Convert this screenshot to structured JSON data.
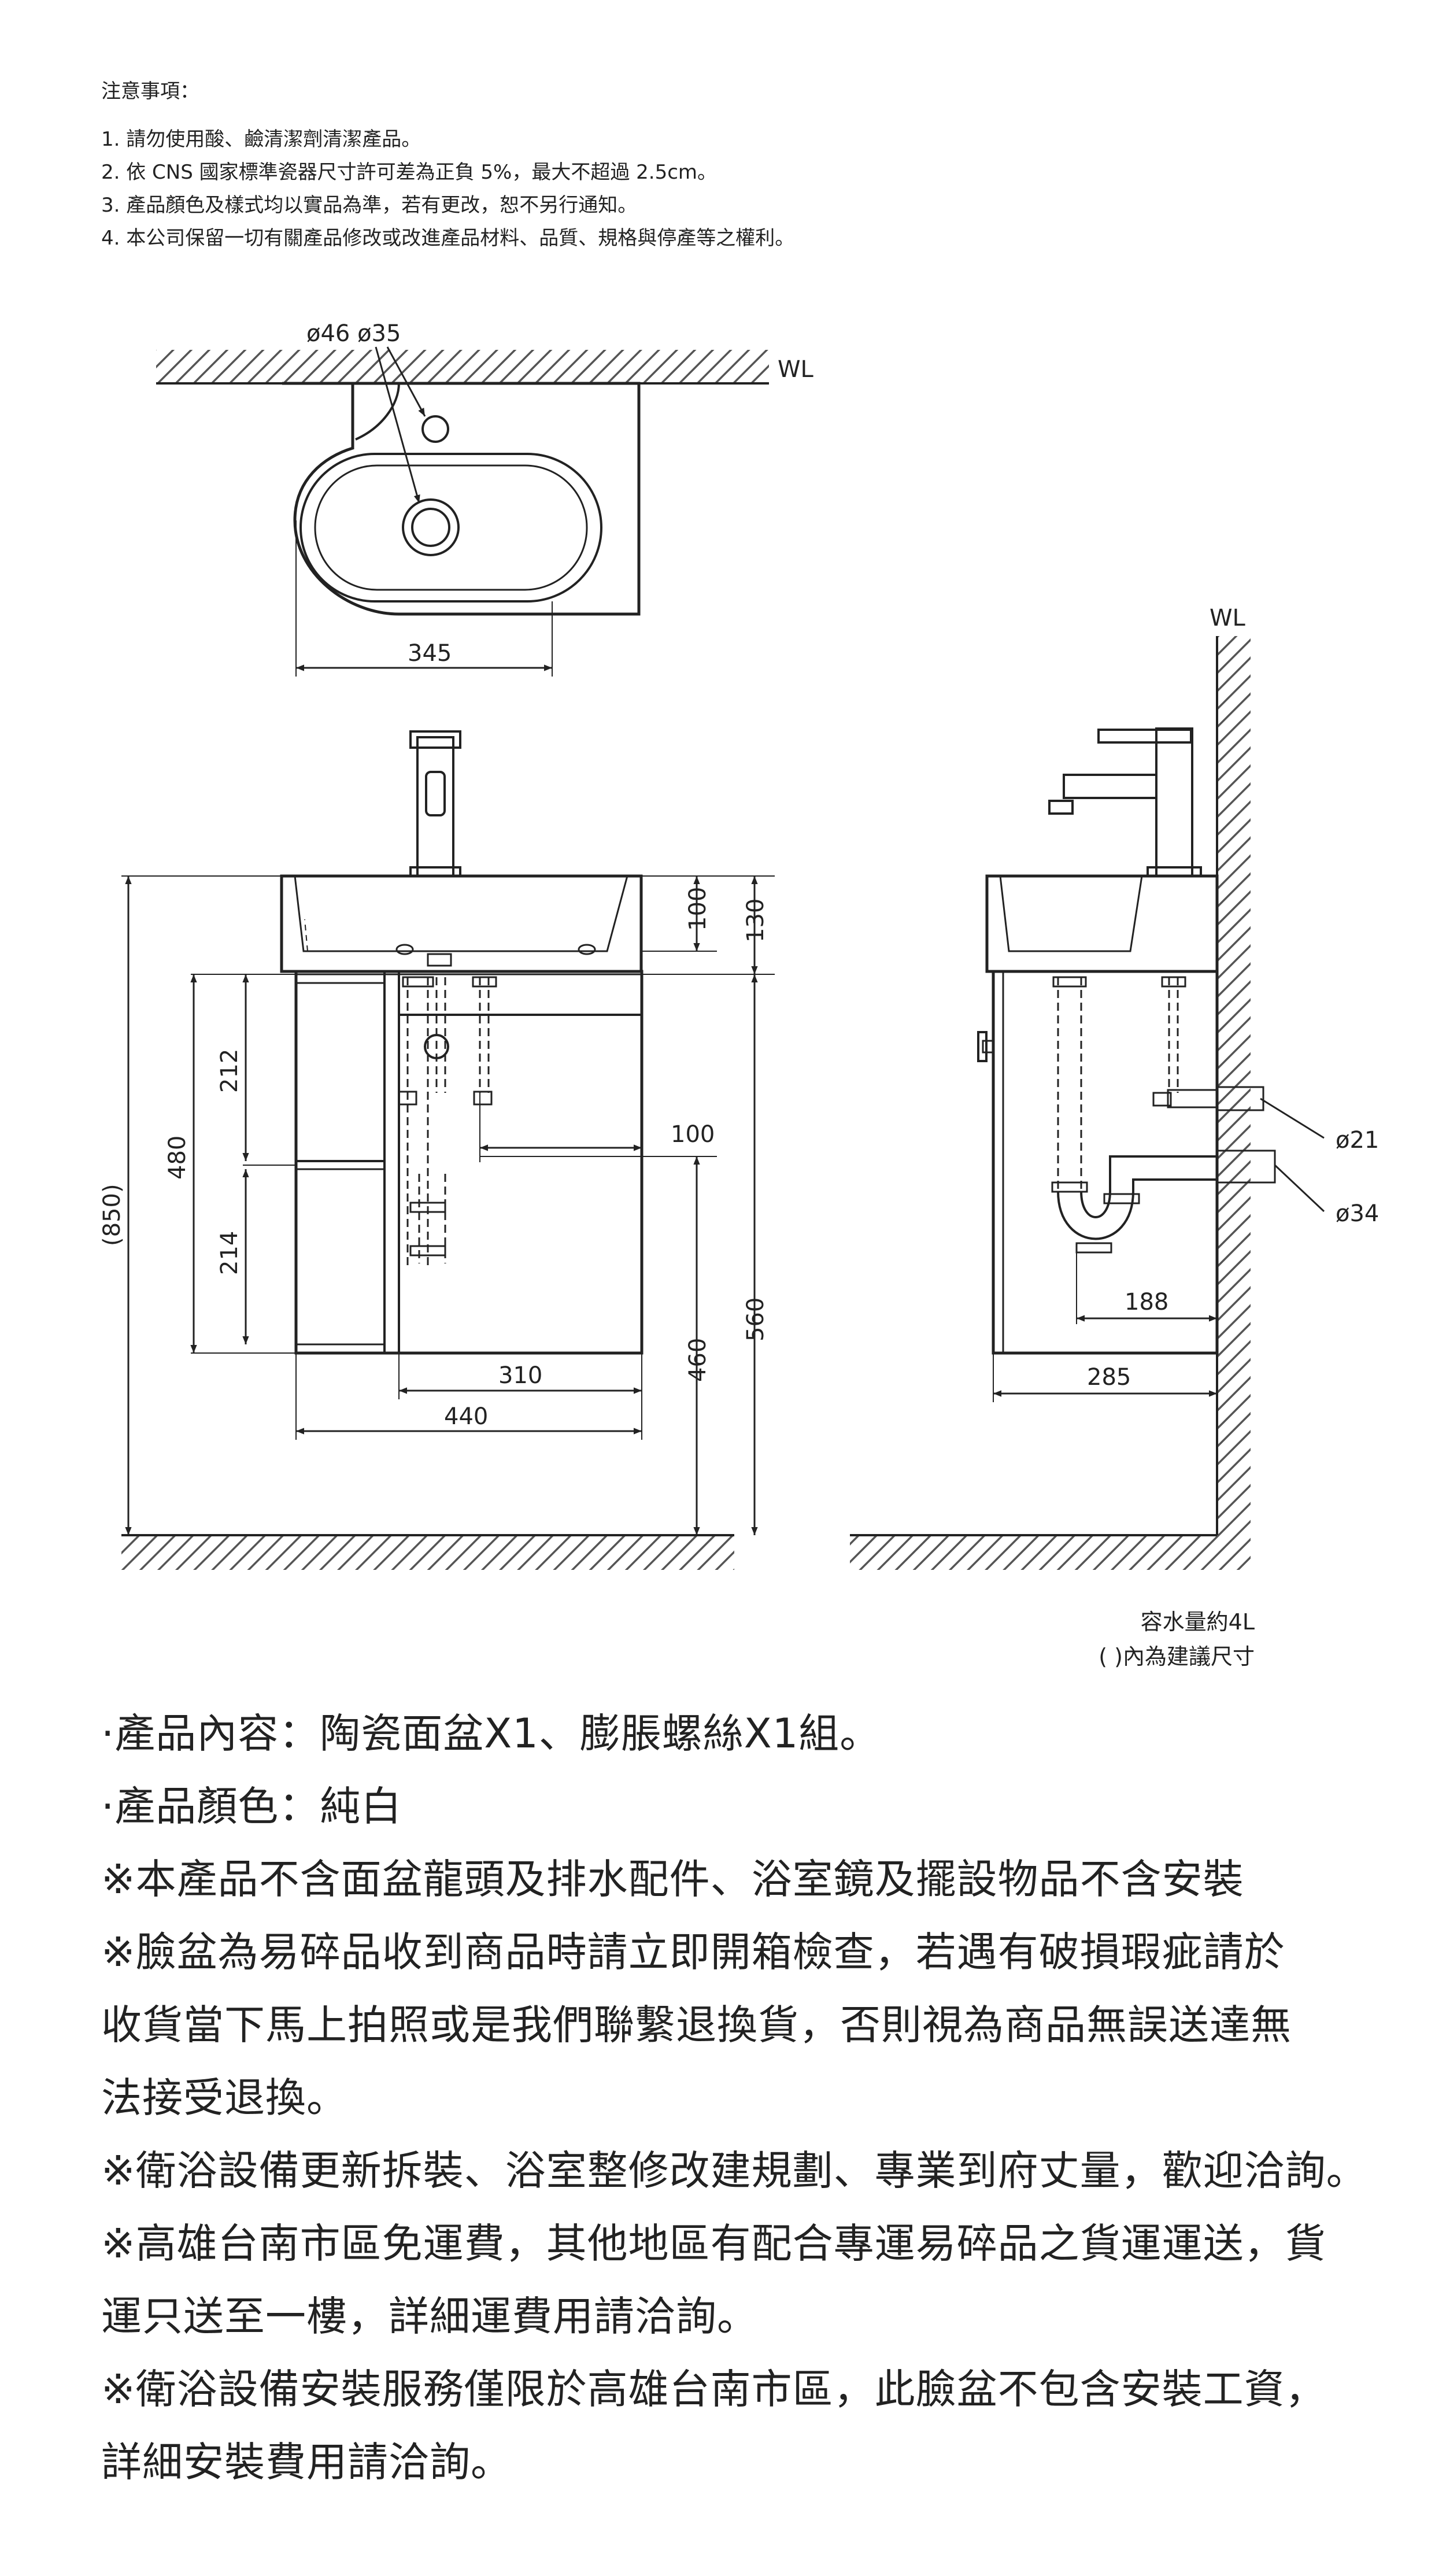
{
  "notes": {
    "title": "注意事項：",
    "items": [
      "1. 請勿使用酸、鹼清潔劑清潔產品。",
      "2. 依 CNS 國家標準瓷器尺寸許可差為正負 5%，最大不超過 2.5cm。",
      "3. 產品顏色及樣式均以實品為準，若有更改，恕不另行通知。",
      "4. 本公司保留一切有關產品修改或改進產品材料、品質、規格與停產等之權利。"
    ]
  },
  "top_view": {
    "hole_labels": "ø46  ø35",
    "wall_label": "WL",
    "width_dim": "345"
  },
  "front_view": {
    "dims": {
      "total_height": "(850)",
      "cabinet_height": "480",
      "upper_shelf": "212",
      "lower_shelf": "214",
      "basin_depth": "100",
      "basin_height": "130",
      "drain_offset": "100",
      "cabinet_to_floor": "460",
      "top_to_floor": "560",
      "door_width": "310",
      "total_width": "440"
    }
  },
  "side_view": {
    "wall_label": "WL",
    "dims": {
      "supply_pipe": "ø21",
      "drain_pipe": "ø34",
      "trap_distance": "188",
      "depth": "285"
    },
    "capacity_note": "容水量約4L",
    "suggested_note": "(      )內為建議尺寸"
  },
  "description": [
    "·產品內容：陶瓷面盆X1、膨脹螺絲X1組。",
    "·產品顏色：純白",
    "※本產品不含面盆龍頭及排水配件、浴室鏡及擺設物品不含安裝",
    "※臉盆為易碎品收到商品時請立即開箱檢查，若遇有破損瑕疵請於",
    "收貨當下馬上拍照或是我們聯繫退換貨，否則視為商品無誤送達無",
    "法接受退換。",
    "※衛浴設備更新拆裝、浴室整修改建規劃、專業到府丈量，歡迎洽詢。",
    "※高雄台南市區免運費，其他地區有配合專運易碎品之貨運運送，貨",
    "運只送至一樓，詳細運費用請洽詢。",
    "※衛浴設備安裝服務僅限於高雄台南市區，此臉盆不包含安裝工資，",
    "詳細安裝費用請洽詢。"
  ]
}
